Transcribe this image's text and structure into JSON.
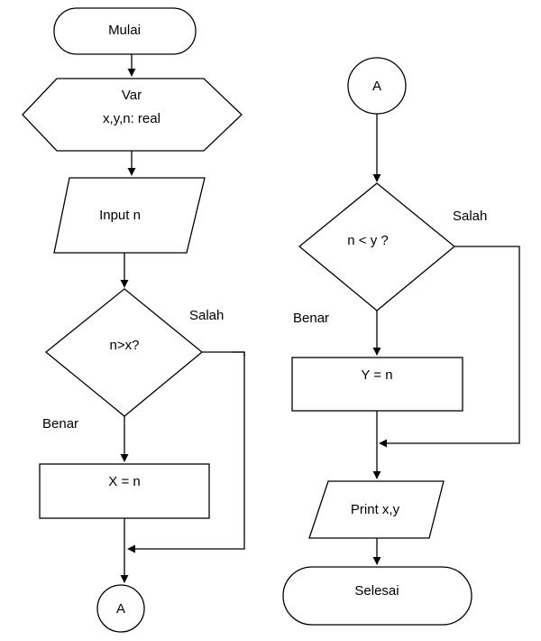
{
  "left_flow": {
    "start": "Mulai",
    "declare_line1": "Var",
    "declare_line2": "x,y,n: real",
    "input": "Input n",
    "decision": "n>x?",
    "no_label": "Salah",
    "yes_label": "Benar",
    "assign": "X = n",
    "connector": "A"
  },
  "right_flow": {
    "connector": "A",
    "decision": "n < y ?",
    "no_label": "Salah",
    "yes_label": "Benar",
    "assign": "Y = n",
    "output": "Print x,y",
    "end": "Selesai"
  },
  "colors": {
    "stroke": "#000000",
    "fill": "#ffffff"
  }
}
